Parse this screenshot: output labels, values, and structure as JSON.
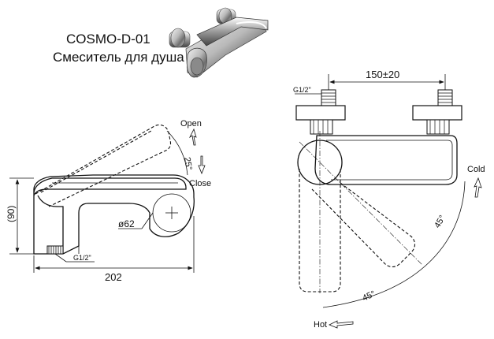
{
  "header": {
    "model": "COSMO-D-01",
    "subtitle": "Смеситель для душа"
  },
  "side_view": {
    "height_label": "(90)",
    "length_label": "202",
    "diameter_label": "ø62",
    "thread_label": "G1/2\"",
    "open_label": "Open",
    "close_label": "Close",
    "angle_label": "25°"
  },
  "front_view": {
    "thread_label": "G1/2\"",
    "spacing_label": "150±20",
    "cold_label": "Cold",
    "hot_label": "Hot",
    "angle_cold_label": "45°",
    "angle_hot_label": "45°"
  }
}
